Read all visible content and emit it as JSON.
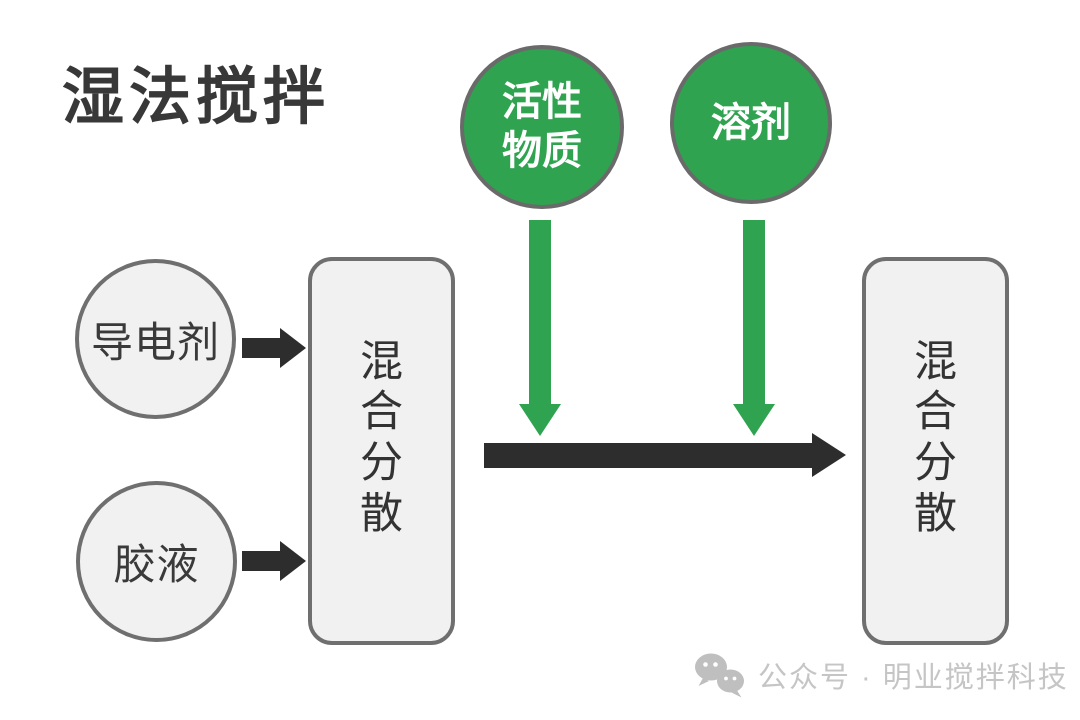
{
  "title": "湿法搅拌",
  "nodes": {
    "top": [
      {
        "label": "活性物质"
      },
      {
        "label": "溶剂"
      }
    ],
    "left": [
      {
        "label": "导电剂"
      },
      {
        "label": "胶液"
      }
    ],
    "stages": [
      {
        "label": "混合分散"
      },
      {
        "label": "混合分散"
      }
    ]
  },
  "watermark": {
    "icon": "wechat-icon",
    "text": "公众号 · 明业搅拌科技"
  },
  "colors": {
    "green": "#2fa350",
    "green_border": "#6a6a6a",
    "arrow_dark": "#2d2d2d",
    "node_fill": "#f1f1f1",
    "node_border": "#6f6f6f",
    "title_text": "#383838",
    "node_text": "#3a3a3a",
    "watermark_text": "#c5c5c5"
  }
}
